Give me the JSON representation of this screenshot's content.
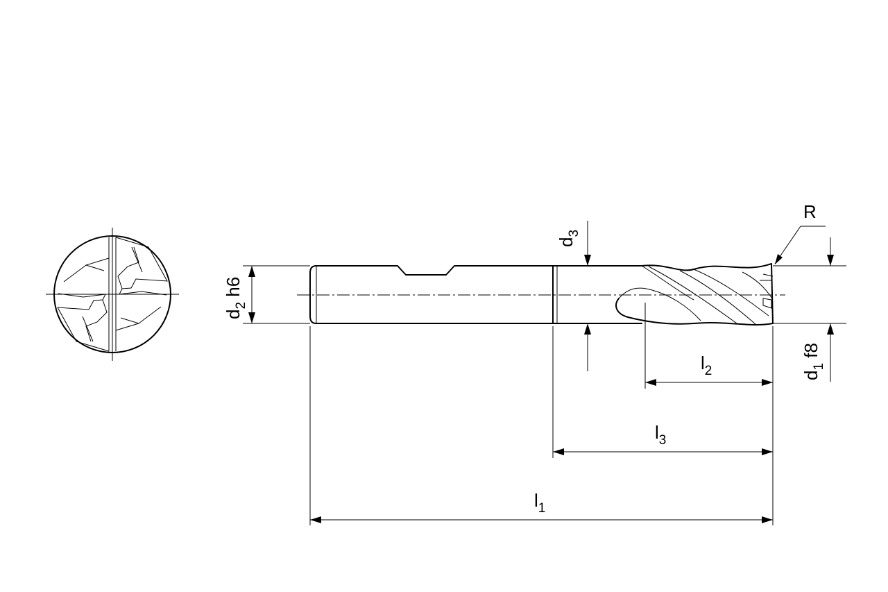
{
  "colors": {
    "line": "#000000",
    "background": "#ffffff"
  },
  "labels": {
    "d1": {
      "main": "d",
      "sub": "1",
      "suffix": " f8"
    },
    "d2": {
      "main": "d",
      "sub": "2",
      "suffix": " h6"
    },
    "d3": {
      "main": "d",
      "sub": "3"
    },
    "l1": {
      "main": "l",
      "sub": "1"
    },
    "l2": {
      "main": "l",
      "sub": "2"
    },
    "l3": {
      "main": "l",
      "sub": "3"
    },
    "r": {
      "main": "R"
    }
  }
}
